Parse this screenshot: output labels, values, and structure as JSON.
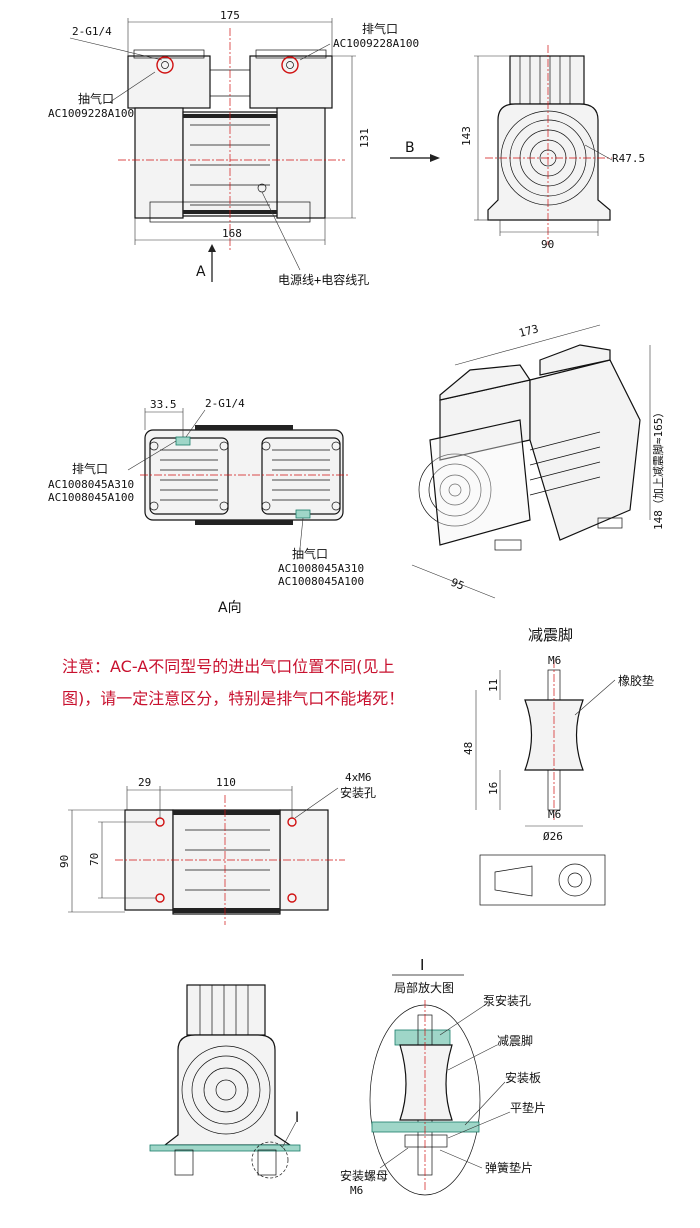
{
  "colors": {
    "outline": "#111111",
    "centerline": "#d01010",
    "note": "#c8102e",
    "highlight": "#9fd6c8"
  },
  "top_view": {
    "dim_175": "175",
    "dim_168": "168",
    "dim_131": "131",
    "port_inlet_size": "2-G1/4",
    "exhaust_label": "排气口",
    "exhaust_code": "AC1009228A100",
    "suction_label": "抽气口",
    "suction_code": "AC1009228A100",
    "power_label": "电源线+电容线孔",
    "arrow_b": "B",
    "arrow_a": "A"
  },
  "side_view": {
    "dim_143": "143",
    "dim_90": "90",
    "radius": "R47.5"
  },
  "a_view": {
    "dim_33_5": "33.5",
    "port_size": "2-G1/4",
    "exhaust_label": "排气口",
    "exhaust_code1": "AC1008045A310",
    "exhaust_code2": "AC1008045A100",
    "suction_label": "抽气口",
    "suction_code1": "AC1008045A310",
    "suction_code2": "AC1008045A100",
    "caption": "A向"
  },
  "iso_view": {
    "dim_173": "173",
    "dim_148": "148（加上减震脚≈165）",
    "dim_95": "95"
  },
  "note": {
    "line1": "注意：AC-A不同型号的进出气口位置不同(见上",
    "line2": "图)，请一定注意区分，特别是排气口不能堵死！"
  },
  "foot": {
    "title": "减震脚",
    "thread_top": "M6",
    "thread_bottom": "M6",
    "rubber_label": "橡胶垫",
    "dim_11": "11",
    "dim_48": "48",
    "dim_16": "16",
    "dia_26": "Ø26"
  },
  "mount_view": {
    "dim_29": "29",
    "dim_110": "110",
    "dim_90": "90",
    "dim_70": "70",
    "holes": "4xM6",
    "holes_label": "安装孔"
  },
  "detail": {
    "marker": "I",
    "title": "局部放大图",
    "pump_hole": "泵安装孔",
    "damper": "减震脚",
    "plate": "安装板",
    "washer": "平垫片",
    "nut": "安装螺母",
    "nut_size": "M6",
    "spring_washer": "弹簧垫片"
  }
}
